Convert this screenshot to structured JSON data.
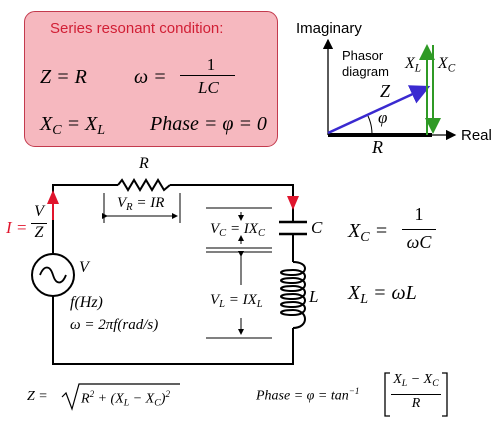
{
  "resonant_box": {
    "title": "Series resonant condition:",
    "eq_z": "Z = R",
    "eq_omega_lhs": "ω =",
    "eq_omega_num": "1",
    "eq_omega_den": "LC",
    "eq_xc_lhs": "X",
    "eq_xc_sub": "C",
    "eq_xc_mid": " = X",
    "eq_xc_sub2": "L",
    "eq_phase": "Phase = φ = 0"
  },
  "phasor": {
    "imaginary_label": "Imaginary",
    "title_line1": "Phasor",
    "title_line2": "diagram",
    "xl_label": "X",
    "xl_sub": "L",
    "xc_label": "X",
    "xc_sub": "C",
    "z_label": "Z",
    "phi_label": "φ",
    "r_label": "R",
    "real_label": "Real"
  },
  "circuit": {
    "r_label": "R",
    "vr_label": "V",
    "vr_sub": "R",
    "vr_rhs": " = IR",
    "i_lhs": "I =",
    "i_num": "V",
    "i_den": "Z",
    "c_label": "C",
    "l_label": "L",
    "vc_label": "V",
    "vc_sub": "C",
    "vc_rhs": " = IX",
    "vc_rhs_sub": "C",
    "vl_label": "V",
    "vl_sub": "L",
    "vl_rhs": " = IX",
    "vl_rhs_sub": "L",
    "source_v": "V",
    "source_f": "f(Hz)",
    "source_omega": "ω = 2πf(rad/s)"
  },
  "right_eqs": {
    "xc_lhs": "X",
    "xc_sub": "C",
    "xc_eq": " =",
    "xc_num": "1",
    "xc_den": "ωC",
    "xl_lhs": "X",
    "xl_sub": "L",
    "xl_rhs": " = ωL"
  },
  "bottom": {
    "z_lhs": "Z =",
    "z_r": "R",
    "z_mid": " + (X",
    "z_xl_sub": "L",
    "z_minus": " − X",
    "z_xc_sub": "C",
    "z_close": ")",
    "z_exp": "2",
    "r_exp": "2",
    "phase_lhs": "Phase = φ = tan",
    "phase_exp": "−1",
    "phase_num_a": "X",
    "phase_num_sub_a": "L",
    "phase_num_mid": " − X",
    "phase_num_sub_b": "C",
    "phase_den": "R"
  },
  "colors": {
    "box_fill": "#f6b8bf",
    "box_border": "#c33a4d",
    "title_red": "#d11f35",
    "current_red": "#e0152d",
    "phasor_blue": "#3a2ad0",
    "phasor_green": "#2f9a25"
  }
}
